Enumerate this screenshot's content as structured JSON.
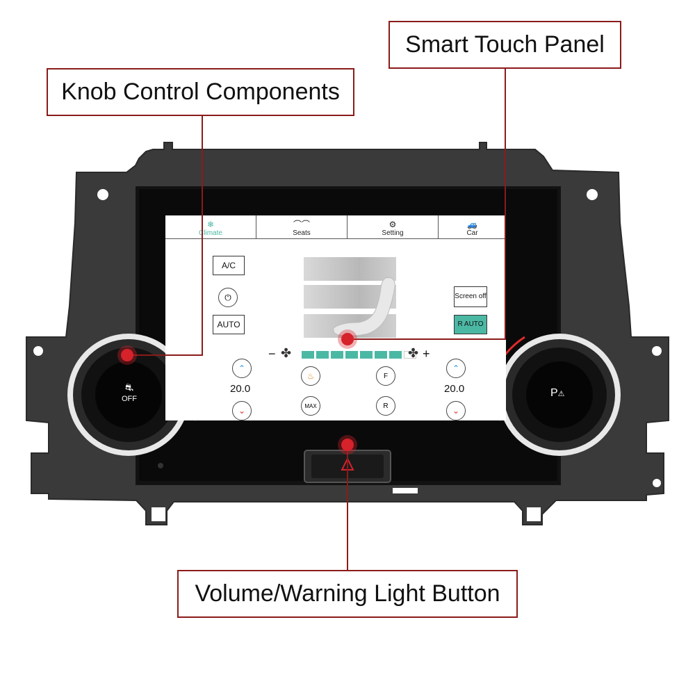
{
  "callouts": {
    "smart_touch_panel": "Smart Touch Panel",
    "knob_control": "Knob Control Components",
    "warning_button": "Volume/Warning Light Button"
  },
  "screen": {
    "tabs": [
      {
        "label": "Climate",
        "icon": "climate-icon"
      },
      {
        "label": "Seats",
        "icon": "seats-icon"
      },
      {
        "label": "Setting",
        "icon": "setting-icon"
      },
      {
        "label": "Car",
        "icon": "car-icon"
      }
    ],
    "ac_label": "A/C",
    "auto_label": "AUTO",
    "screen_off_label": "Screen off",
    "recirc_auto_label": "R AUTO",
    "fan_minus": "−",
    "fan_plus": "+",
    "fan_level_fraction": 0.875,
    "left_temp": "20.0",
    "right_temp": "20.0",
    "max_label": "MAX",
    "front_defrost_letter": "F",
    "rear_defrost_letter": "R"
  },
  "knobs": {
    "left_label": "OFF",
    "right_label": "P"
  },
  "colors": {
    "callout_border": "#8b1a1a",
    "marker_dot": "#d6222a",
    "active_teal": "#4bb8a4",
    "cold_blue": "#2a8fe0",
    "hot_red": "#e02a2a"
  }
}
